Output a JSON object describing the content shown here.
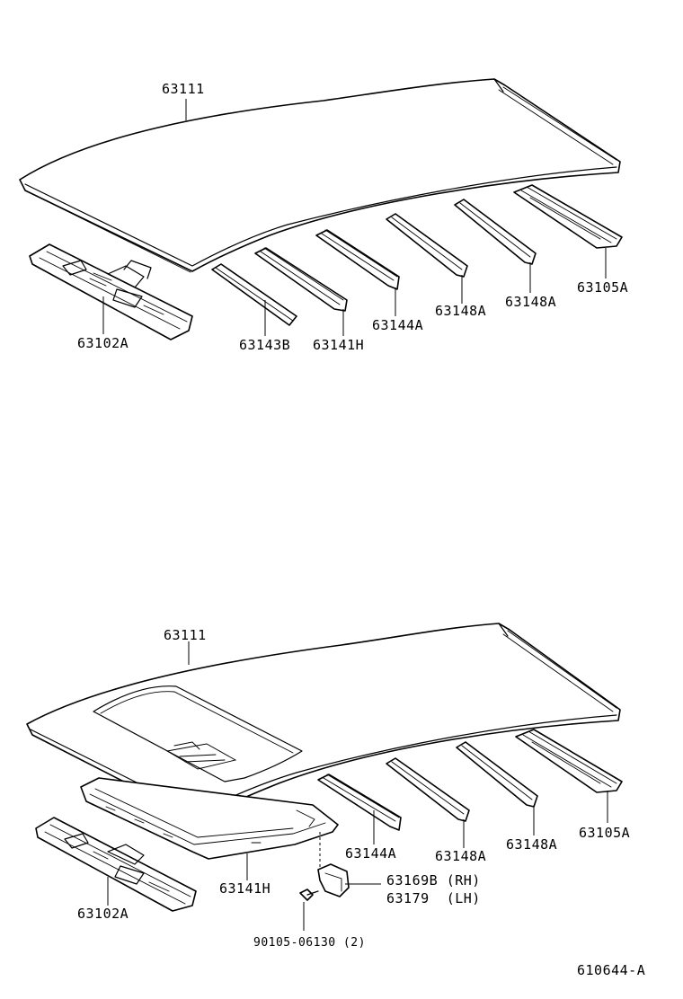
{
  "upper": {
    "labels": {
      "roof_panel": "63111",
      "front_header": "63102A",
      "bow_1": "63143B",
      "bow_2": "63141H",
      "bow_3": "63144A",
      "bow_4": "63148A",
      "bow_5": "63148A",
      "rear_header": "63105A"
    }
  },
  "lower": {
    "labels": {
      "roof_panel": "63111",
      "front_header": "63102A",
      "sunroof_frame": "63141H",
      "bow_3": "63144A",
      "bow_4": "63148A",
      "bow_5": "63148A",
      "rear_header": "63105A",
      "bracket_rh": "63169B (RH)",
      "bracket_lh": "63179  (LH)",
      "bolt": "90105-06130 (2)"
    }
  },
  "figure_code": "610644-A"
}
